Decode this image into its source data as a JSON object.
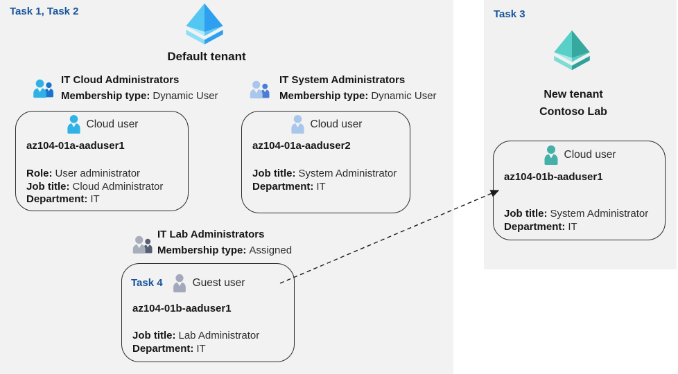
{
  "labels": {
    "task_1_2": "Task 1, Task 2",
    "task_3": "Task 3",
    "task_4": "Task 4"
  },
  "default_tenant": {
    "title": "Default tenant",
    "groups": {
      "cloud": {
        "name": "IT Cloud Administrators",
        "membership_label": "Membership type:",
        "membership_value": "Dynamic User"
      },
      "system": {
        "name": "IT System Administrators",
        "membership_label": "Membership type:",
        "membership_value": "Dynamic User"
      },
      "lab": {
        "name": "IT Lab Administrators",
        "membership_label": "Membership type:",
        "membership_value": "Assigned"
      }
    },
    "users": {
      "cloud_user1": {
        "type_label": "Cloud user",
        "username": "az104-01a-aaduser1",
        "role_label": "Role:",
        "role_value": "User administrator",
        "job_label": "Job title:",
        "job_value": "Cloud Administrator",
        "dept_label": "Department:",
        "dept_value": "IT"
      },
      "cloud_user2": {
        "type_label": "Cloud user",
        "username": "az104-01a-aaduser2",
        "job_label": "Job title:",
        "job_value": "System Administrator",
        "dept_label": "Department:",
        "dept_value": "IT"
      },
      "guest_user": {
        "type_label": "Guest user",
        "username": "az104-01b-aaduser1",
        "job_label": "Job title:",
        "job_value": "Lab Administrator",
        "dept_label": "Department:",
        "dept_value": "IT"
      }
    }
  },
  "new_tenant": {
    "title_line1": "New tenant",
    "title_line2": "Contoso Lab",
    "user": {
      "type_label": "Cloud user",
      "username": "az104-01b-aaduser1",
      "job_label": "Job title:",
      "job_value": "System Administrator",
      "dept_label": "Department:",
      "dept_value": "IT"
    }
  },
  "colors": {
    "task_label_blue": "#17549b",
    "left_canvas_bg": "#f2f2f2",
    "right_panel_bg": "#f1f1f2",
    "card_border": "#2b2b2b",
    "arrow": "#1a1a1a",
    "cloud_user_cyan": "#2eb3e6",
    "cloud_user_steel_blue": "#a9c7ec",
    "guest_user_gray": "#a3a8ba",
    "cloud_user_teal": "#44b0a8",
    "aad_icon_blue_light": "#53c6f2",
    "aad_icon_blue_dark": "#2f9ff0",
    "aad_icon_teal_light": "#58d0c8",
    "aad_icon_teal_dark": "#37a89e"
  }
}
